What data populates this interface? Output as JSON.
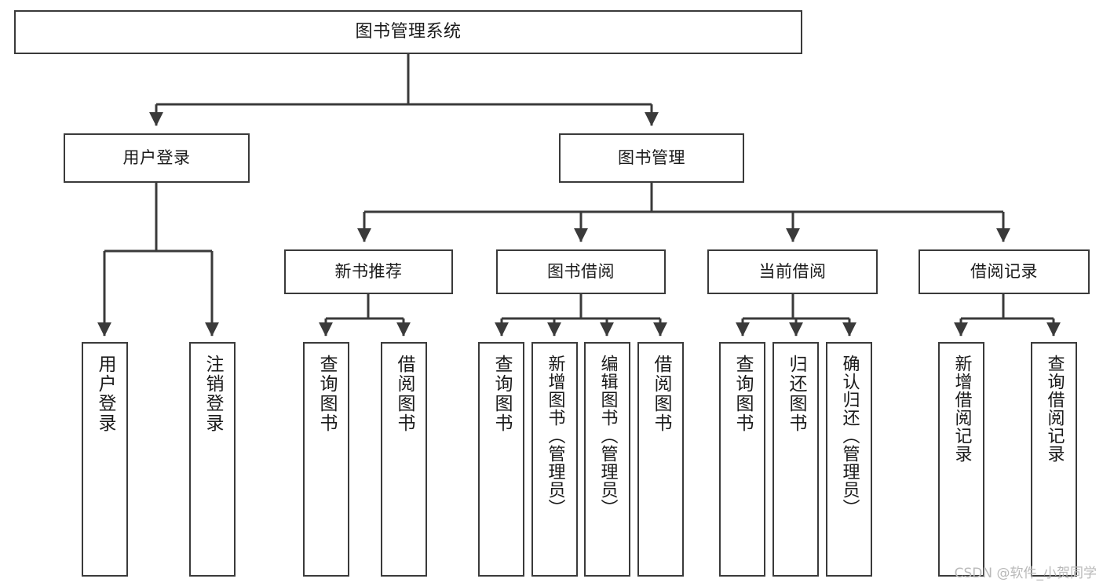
{
  "diagram": {
    "title": "图书管理系统",
    "type": "tree-hierarchy-diagram",
    "style": {
      "box_border_color": "#3a3a3a",
      "box_fill_color": "#ffffff",
      "connector_color": "#3a3a3a",
      "background_color": "#ffffff",
      "text_color": "#1a1a1a"
    },
    "root": {
      "label": "图书管理系统"
    },
    "level2": [
      {
        "label": "用户登录"
      },
      {
        "label": "图书管理"
      }
    ],
    "level3": [
      {
        "label": "新书推荐"
      },
      {
        "label": "图书借阅"
      },
      {
        "label": "当前借阅"
      },
      {
        "label": "借阅记录"
      }
    ],
    "leaves": {
      "user_login": [
        {
          "label": "用户登录"
        },
        {
          "label": "注销登录"
        }
      ],
      "new_book_recommend": [
        {
          "label": "查询图书"
        },
        {
          "label": "借阅图书"
        }
      ],
      "book_borrow": [
        {
          "label": "查询图书"
        },
        {
          "label": "新增图书（管理员）"
        },
        {
          "label": "编辑图书（管理员）"
        },
        {
          "label": "借阅图书"
        }
      ],
      "current_borrow": [
        {
          "label": "查询图书"
        },
        {
          "label": "归还图书"
        },
        {
          "label": "确认归还（管理员）"
        }
      ],
      "borrow_record": [
        {
          "label": "新增借阅记录"
        },
        {
          "label": "查询借阅记录"
        }
      ]
    }
  },
  "watermark": {
    "text": "CSDN @软件_小贺同学"
  }
}
